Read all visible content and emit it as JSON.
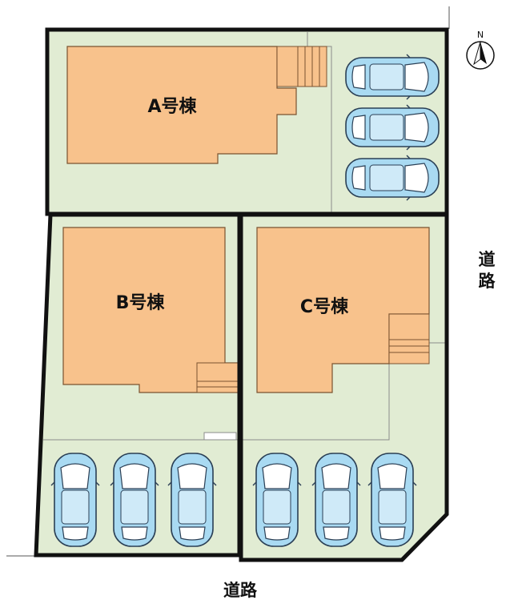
{
  "compass": {
    "north_label": "N"
  },
  "buildings": [
    {
      "id": "A",
      "label": "A号棟"
    },
    {
      "id": "B",
      "label": "B号棟"
    },
    {
      "id": "C",
      "label": "C号棟"
    }
  ],
  "roads": {
    "east_label": [
      "道",
      "路"
    ],
    "south_label": "道路"
  },
  "parking": {
    "lot_A_spaces": 3,
    "lot_B_spaces": 3,
    "lot_C_spaces": 3
  },
  "colors": {
    "lot_fill": "#e1ecd3",
    "building_fill": "#f8c28c",
    "building_stroke": "#7a5230",
    "car_body": "#a9daf2",
    "car_window": "#ffffff",
    "boundary": "#111111"
  }
}
